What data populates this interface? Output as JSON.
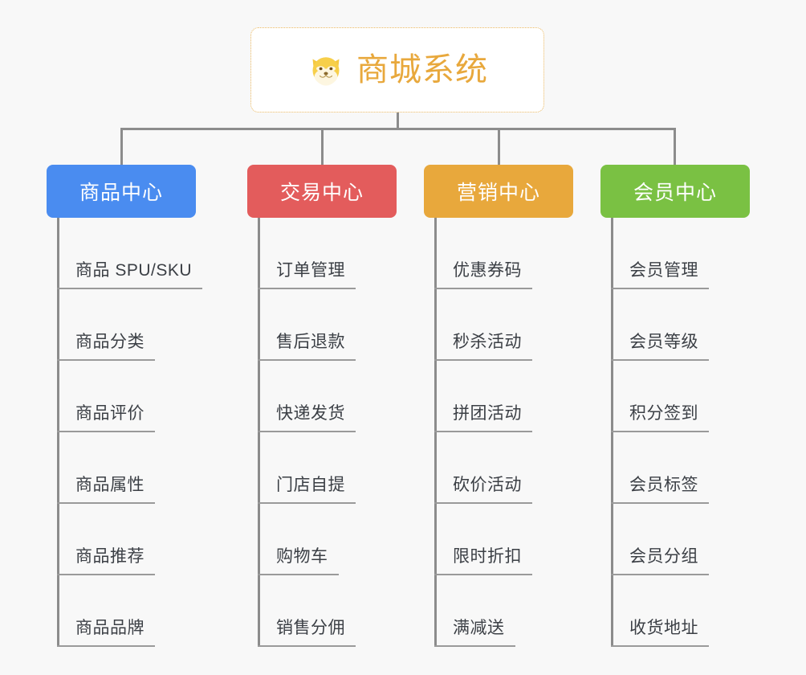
{
  "diagram": {
    "type": "mind-map",
    "background_color": "#f8f8f8",
    "root": {
      "title": "商城系统",
      "icon": "shiba-dog-face-icon",
      "text_color": "#e8a83c",
      "border_color": "#eab860",
      "background_color": "#ffffff"
    },
    "connector_color": "#8c8c8c",
    "leaf_text_color": "#3b3f45",
    "leaf_line_color": "#9a9a9a",
    "branches": [
      {
        "label": "商品中心",
        "color": "#4a8cf0",
        "items": [
          "商品 SPU/SKU",
          "商品分类",
          "商品评价",
          "商品属性",
          "商品推荐",
          "商品品牌"
        ]
      },
      {
        "label": "交易中心",
        "color": "#e35c5c",
        "items": [
          "订单管理",
          "售后退款",
          "快递发货",
          "门店自提",
          "购物车",
          "销售分佣"
        ]
      },
      {
        "label": "营销中心",
        "color": "#e8a83c",
        "items": [
          "优惠券码",
          "秒杀活动",
          "拼团活动",
          "砍价活动",
          "限时折扣",
          "满减送"
        ]
      },
      {
        "label": "会员中心",
        "color": "#7ac143",
        "items": [
          "会员管理",
          "会员等级",
          "积分签到",
          "会员标签",
          "会员分组",
          "收货地址"
        ]
      }
    ]
  }
}
